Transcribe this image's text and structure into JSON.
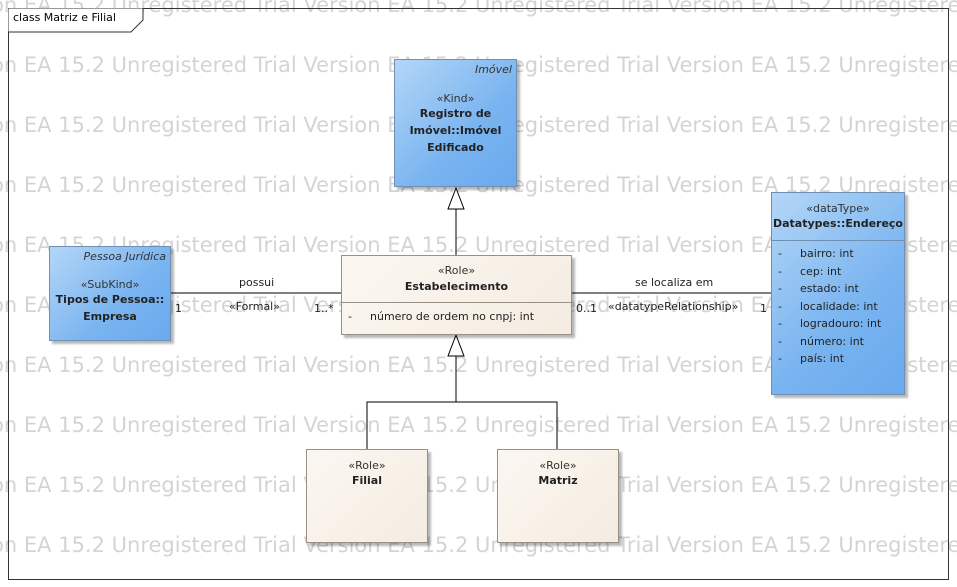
{
  "frame": {
    "title": "class Matriz e Filial"
  },
  "watermark": "Version EA 15.2 Unregistered Trial Version EA 15.2 Unregistered Trial Version EA 15.2 Unregistered",
  "classes": {
    "imovel": {
      "tag": "Imóvel",
      "stereotype": "«Kind»",
      "name_lines": [
        "Registro de",
        "Imóvel::Imóvel",
        "Edificado"
      ]
    },
    "estabelecimento": {
      "stereotype": "«Role»",
      "name": "Estabelecimento",
      "attributes": [
        {
          "visibility": "-",
          "text": "número de ordem no cnpj: int"
        }
      ]
    },
    "pessoa": {
      "tag": "Pessoa Jurídica",
      "stereotype": "«SubKind»",
      "name_lines": [
        "Tipos de Pessoa::",
        "Empresa"
      ]
    },
    "endereco": {
      "stereotype": "«dataType»",
      "name": "Datatypes::Endereço",
      "attributes": [
        {
          "visibility": "-",
          "text": "bairro: int"
        },
        {
          "visibility": "-",
          "text": "cep: int"
        },
        {
          "visibility": "-",
          "text": "estado: int"
        },
        {
          "visibility": "-",
          "text": "localidade: int"
        },
        {
          "visibility": "-",
          "text": "logradouro: int"
        },
        {
          "visibility": "-",
          "text": "número: int"
        },
        {
          "visibility": "-",
          "text": "país: int"
        }
      ]
    },
    "filial": {
      "stereotype": "«Role»",
      "name": "Filial"
    },
    "matriz": {
      "stereotype": "«Role»",
      "name": "Matriz"
    }
  },
  "associations": {
    "possui": {
      "name": "possui",
      "stereotype": "«Formal»",
      "source_mult": "1",
      "target_mult": "1..*"
    },
    "localiza": {
      "name": "se localiza em",
      "stereotype": "«datatypeRelationship»",
      "source_mult": "0..1",
      "target_mult": "1"
    }
  },
  "colors": {
    "kind_fill": "#79b4f0",
    "role_fill": "#f4ece1",
    "watermark": "#d4d4d4",
    "line": "#000000"
  }
}
